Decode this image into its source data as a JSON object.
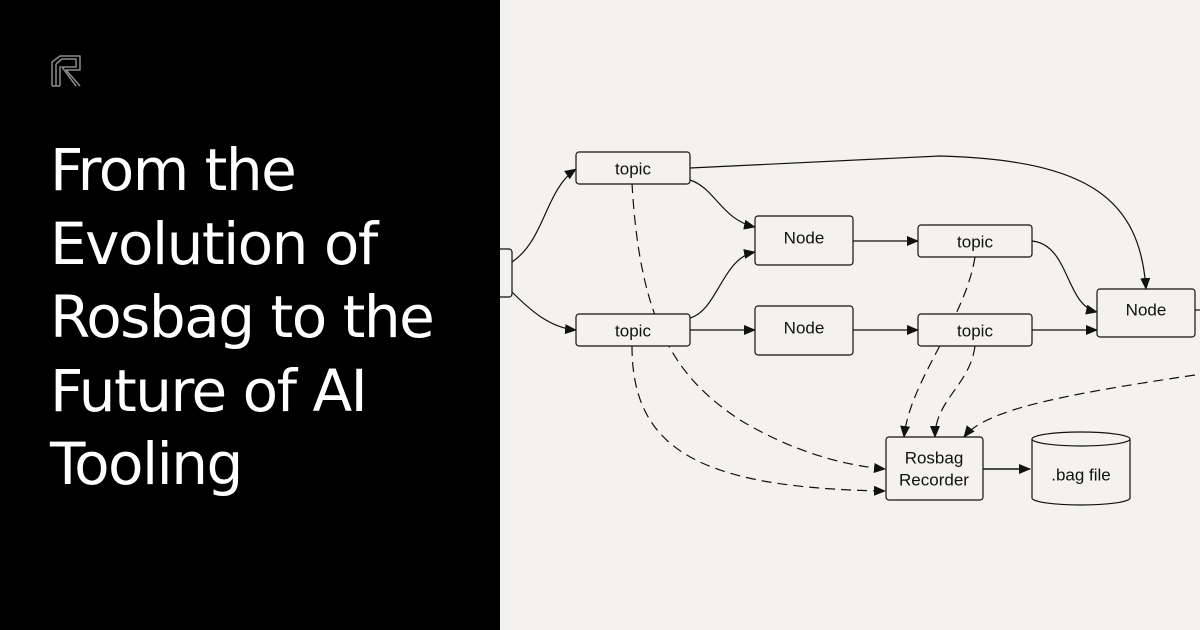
{
  "headline": {
    "lines": [
      "From the",
      "Evolution of",
      "Rosbag to the",
      "Future of AI",
      "Tooling"
    ]
  },
  "brand": {
    "logo_icon": "stacked-r-monogram-icon",
    "logo_color": "#8c8c8c"
  },
  "colors": {
    "left_panel": "#000000",
    "diagram_background": "#f3f2ee",
    "stroke": "#111111"
  },
  "diagram": {
    "topic_top_left": "topic",
    "topic_bottom_left": "topic",
    "node_upper": "Node",
    "node_lower": "Node",
    "topic_upper_right": "topic",
    "topic_lower_right": "topic",
    "node_right": "Node",
    "recorder_line1": "Rosbag",
    "recorder_line2": "Recorder",
    "bag_file": ".bag file"
  }
}
